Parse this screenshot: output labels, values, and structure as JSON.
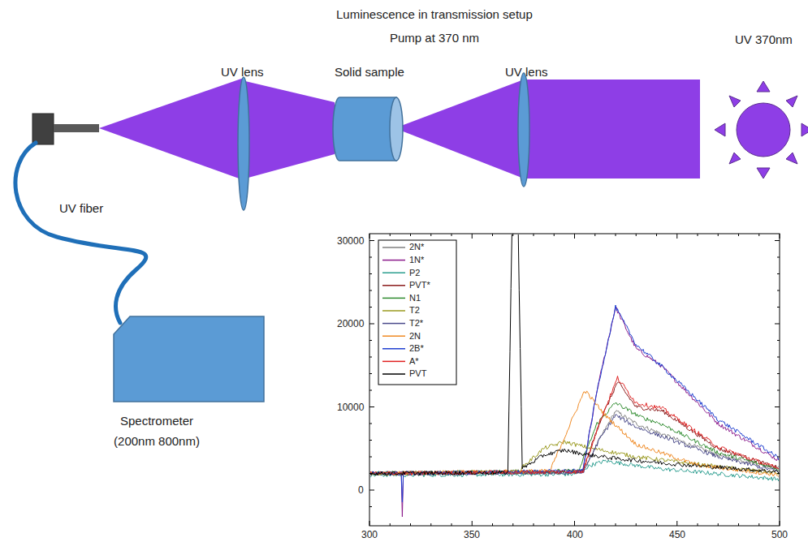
{
  "diagram": {
    "title": "Luminescence in transmission setup",
    "nodes": [
      {
        "text": [
          "UV lens"
        ]
      },
      {
        "text": [
          "Solid sample"
        ]
      },
      {
        "text": [
          "UV lens"
        ]
      },
      {
        "text": [
          "UV 370nm"
        ]
      },
      {
        "text": [
          "Spectrometer (200nm 800nm)"
        ]
      }
    ],
    "labels": [
      "Pump at 370 nm",
      "UV fiber",
      "30000",
      "20000",
      "10000",
      "0",
      "300",
      "350",
      "400",
      "450",
      "500"
    ],
    "legend": [
      {
        "text": "2N*"
      },
      {
        "text": "1N*"
      },
      {
        "text": "P2"
      },
      {
        "text": "PVT*"
      },
      {
        "text": "N1"
      },
      {
        "text": "T2"
      },
      {
        "text": "T2*"
      },
      {
        "text": "2N"
      },
      {
        "text": "2B*"
      },
      {
        "text": "A*"
      },
      {
        "text": "PVT"
      }
    ]
  }
}
